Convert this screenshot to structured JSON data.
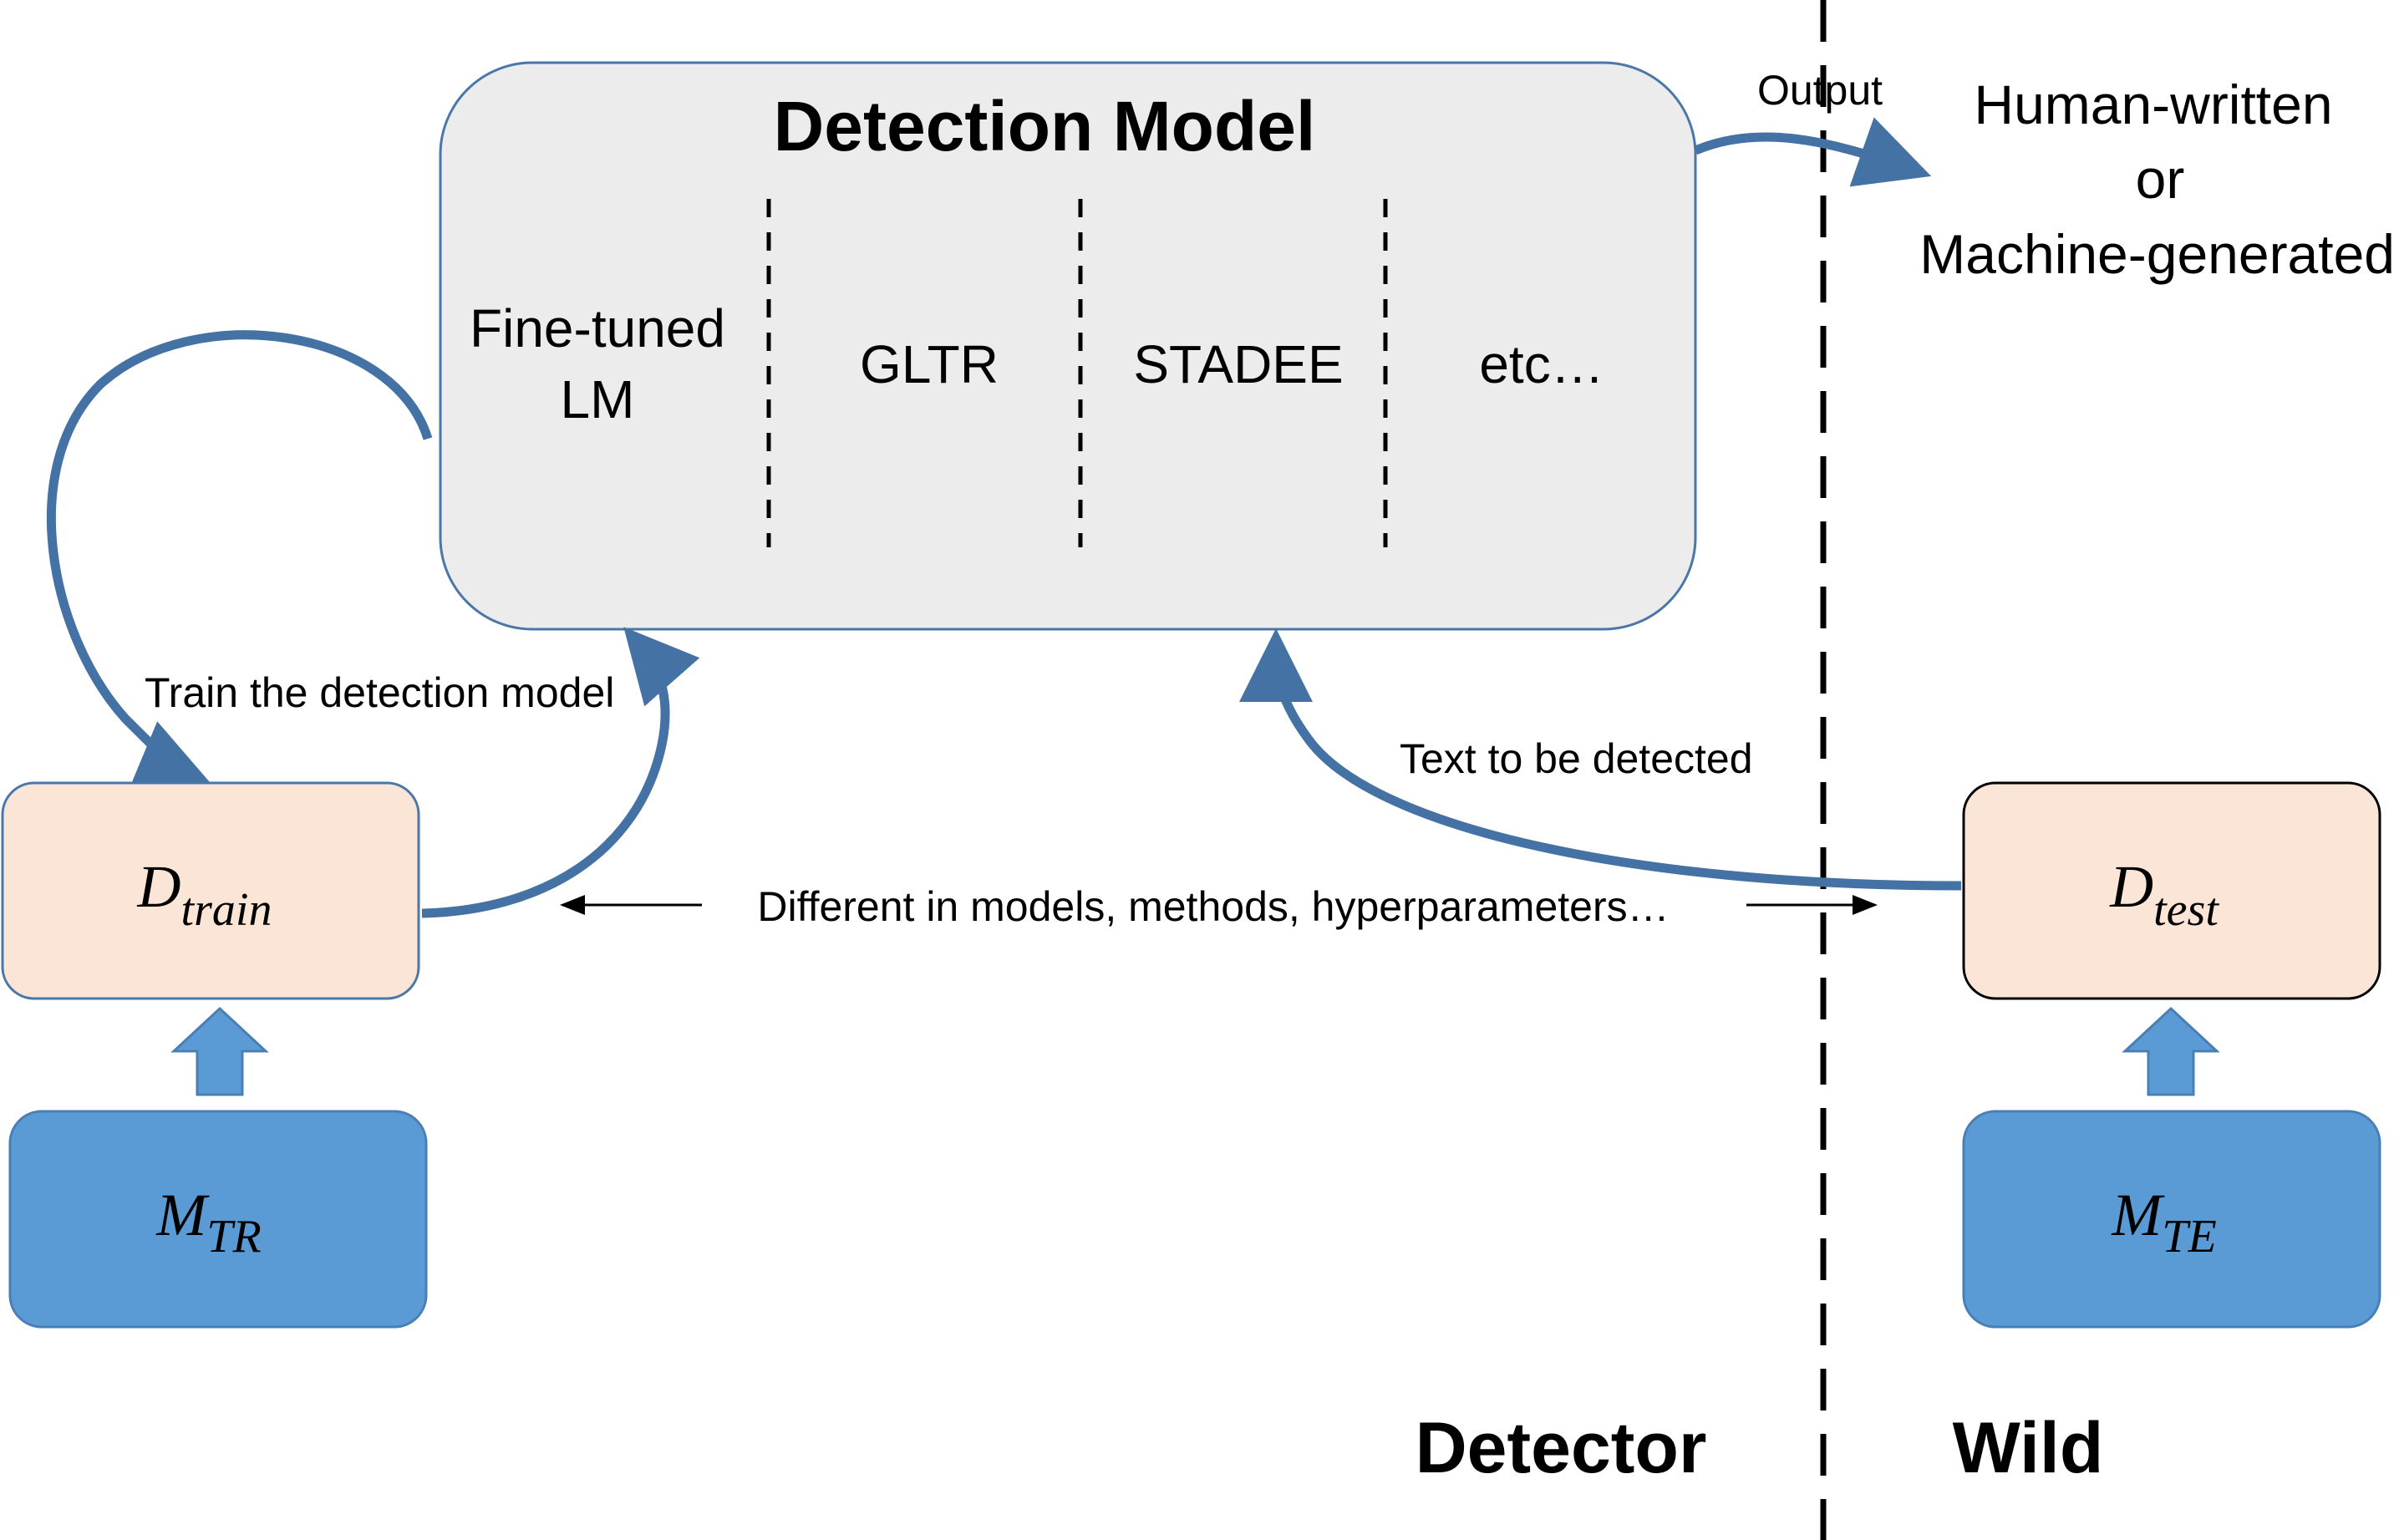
{
  "detection_model": {
    "title": "Detection Model",
    "methods": [
      {
        "line1": "Fine-tuned",
        "line2": "LM"
      },
      {
        "line1": "GLTR",
        "line2": ""
      },
      {
        "line1": "STADEE",
        "line2": ""
      },
      {
        "line1": "etc…",
        "line2": ""
      }
    ]
  },
  "output": {
    "label": "Output",
    "result_line1": "Human-written",
    "result_line2": "or",
    "result_line3": "Machine-generated"
  },
  "labels": {
    "train": "Train the detection model",
    "test": "Text to be detected",
    "different": "Different in models, methods, hyperparameters…"
  },
  "nodes": {
    "d_train": {
      "main": "D",
      "sub": "train"
    },
    "d_test": {
      "main": "D",
      "sub": "test"
    },
    "m_tr": {
      "main": "M",
      "sub": "TR"
    },
    "m_te": {
      "main": "M",
      "sub": "TE"
    }
  },
  "regions": {
    "detector": "Detector",
    "wild": "Wild"
  },
  "colors": {
    "arrow_blue": "#4472a4",
    "model_box_fill": "#ececec",
    "model_box_stroke": "#4a76a8",
    "data_box_fill": "#fbe5d6",
    "gen_box_fill": "#5b9bd5",
    "gen_box_stroke": "#4a7fb5"
  }
}
